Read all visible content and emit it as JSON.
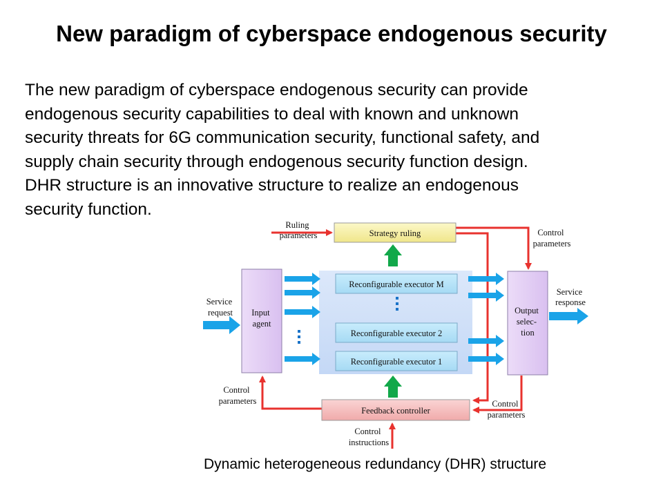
{
  "slide": {
    "title": "New paradigm of cyberspace endogenous security",
    "body_lines": [
      "The new paradigm of cyberspace endogenous security can provide",
      "endogenous security capabilities to deal with known and unknown",
      "security threats for 6G communication security, functional safety, and",
      "supply chain security through endogenous security function design.",
      "DHR structure is an innovative structure to realize an endogenous",
      "security function."
    ],
    "caption": "Dynamic heterogeneous redundancy (DHR) structure"
  },
  "diagram": {
    "strategy_ruling": "Strategy ruling",
    "ruling_parameters": [
      "Ruling",
      "parameters"
    ],
    "control_parameters_top": [
      "Control",
      "parameters"
    ],
    "service_request": [
      "Service",
      "request"
    ],
    "input_agent": [
      "Input",
      "agent"
    ],
    "executors": [
      "Reconfigurable executor M",
      "Reconfigurable executor 2",
      "Reconfigurable executor 1"
    ],
    "output_selection": [
      "Output",
      "selec-",
      "tion"
    ],
    "service_response": [
      "Service",
      "response"
    ],
    "control_parameters_left": [
      "Control",
      "parameters"
    ],
    "feedback_controller": "Feedback controller",
    "control_parameters_right": [
      "Control",
      "parameters"
    ],
    "control_instructions": [
      "Control",
      "instructions"
    ],
    "colors": {
      "red_arrow": "#e8322e",
      "green_arrow": "#12a84a",
      "blue_arrow": "#1aa3e8",
      "agent_fill": "#e6d2f6",
      "strategy_fill": "#f8f2a8",
      "feedback_fill": "#f6c0c0",
      "executor_fill": "#b8e4f8",
      "panel_fill": "#d2e2f8"
    }
  }
}
